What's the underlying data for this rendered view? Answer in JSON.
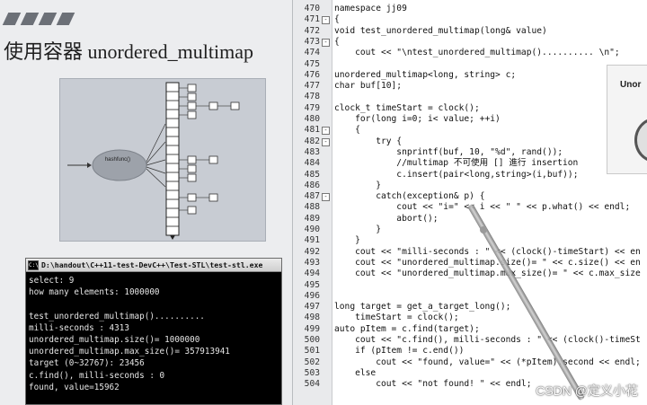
{
  "slide": {
    "title": "使用容器 unordered_multimap",
    "hash_label": "hashfunc()"
  },
  "console": {
    "window_title": "D:\\handout\\C++11-test-DevC++\\Test-STL\\test-stl.exe",
    "lines": [
      "select: 9",
      "how many elements: 1000000",
      "",
      "test_unordered_multimap()..........",
      "milli-seconds : 4313",
      "unordered_multimap.size()= 1000000",
      "unordered_multimap.max_size()= 357913941",
      "target (0~32767): 23456",
      "c.find(), milli-seconds : 0",
      "found, value=15962"
    ]
  },
  "editor": {
    "lines": [
      {
        "n": "470",
        "fold": "",
        "code": "namespace jj09"
      },
      {
        "n": "471",
        "fold": "-",
        "code": "{"
      },
      {
        "n": "472",
        "fold": "",
        "code": "void test_unordered_multimap(long& value)"
      },
      {
        "n": "473",
        "fold": "-",
        "code": "{"
      },
      {
        "n": "474",
        "fold": "",
        "code": "    cout << \"\\ntest_unordered_multimap().......... \\n\";"
      },
      {
        "n": "475",
        "fold": "",
        "code": ""
      },
      {
        "n": "476",
        "fold": "",
        "code": "unordered_multimap<long, string> c;"
      },
      {
        "n": "477",
        "fold": "",
        "code": "char buf[10];"
      },
      {
        "n": "478",
        "fold": "",
        "code": ""
      },
      {
        "n": "479",
        "fold": "",
        "code": "clock_t timeStart = clock();"
      },
      {
        "n": "480",
        "fold": "",
        "code": "    for(long i=0; i< value; ++i)"
      },
      {
        "n": "481",
        "fold": "-",
        "code": "    {"
      },
      {
        "n": "482",
        "fold": "-",
        "code": "        try {"
      },
      {
        "n": "483",
        "fold": "",
        "code": "            snprintf(buf, 10, \"%d\", rand());"
      },
      {
        "n": "484",
        "fold": "",
        "code": "            //multimap 不可使用 [] 進行 insertion"
      },
      {
        "n": "485",
        "fold": "",
        "code": "            c.insert(pair<long,string>(i,buf));"
      },
      {
        "n": "486",
        "fold": "",
        "code": "        }"
      },
      {
        "n": "487",
        "fold": "-",
        "code": "        catch(exception& p) {"
      },
      {
        "n": "488",
        "fold": "",
        "code": "            cout << \"i=\" << i << \" \" << p.what() << endl;"
      },
      {
        "n": "489",
        "fold": "",
        "code": "            abort();"
      },
      {
        "n": "490",
        "fold": "",
        "code": "        }"
      },
      {
        "n": "491",
        "fold": "",
        "code": "    }"
      },
      {
        "n": "492",
        "fold": "",
        "code": "    cout << \"milli-seconds : \" << (clock()-timeStart) << en"
      },
      {
        "n": "493",
        "fold": "",
        "code": "    cout << \"unordered_multimap.size()= \" << c.size() << en"
      },
      {
        "n": "494",
        "fold": "",
        "code": "    cout << \"unordered_multimap.max_size()= \" << c.max_size"
      },
      {
        "n": "495",
        "fold": "",
        "code": ""
      },
      {
        "n": "496",
        "fold": "",
        "code": ""
      },
      {
        "n": "497",
        "fold": "",
        "code": "long target = get_a_target_long();"
      },
      {
        "n": "498",
        "fold": "",
        "code": "    timeStart = clock();"
      },
      {
        "n": "499",
        "fold": "",
        "code": "auto pItem = c.find(target);"
      },
      {
        "n": "500",
        "fold": "",
        "code": "    cout << \"c.find(), milli-seconds : \" << (clock()-timeSt"
      },
      {
        "n": "501",
        "fold": "",
        "code": "    if (pItem != c.end())"
      },
      {
        "n": "502",
        "fold": "",
        "code": "        cout << \"found, value=\" << (*pItem).second << endl;"
      },
      {
        "n": "503",
        "fold": "",
        "code": "    else"
      },
      {
        "n": "504",
        "fold": "",
        "code": "        cout << \"not found! \" << endl;"
      }
    ]
  },
  "popup": {
    "title": "Unor"
  },
  "watermark": "CSDN @定义小花"
}
